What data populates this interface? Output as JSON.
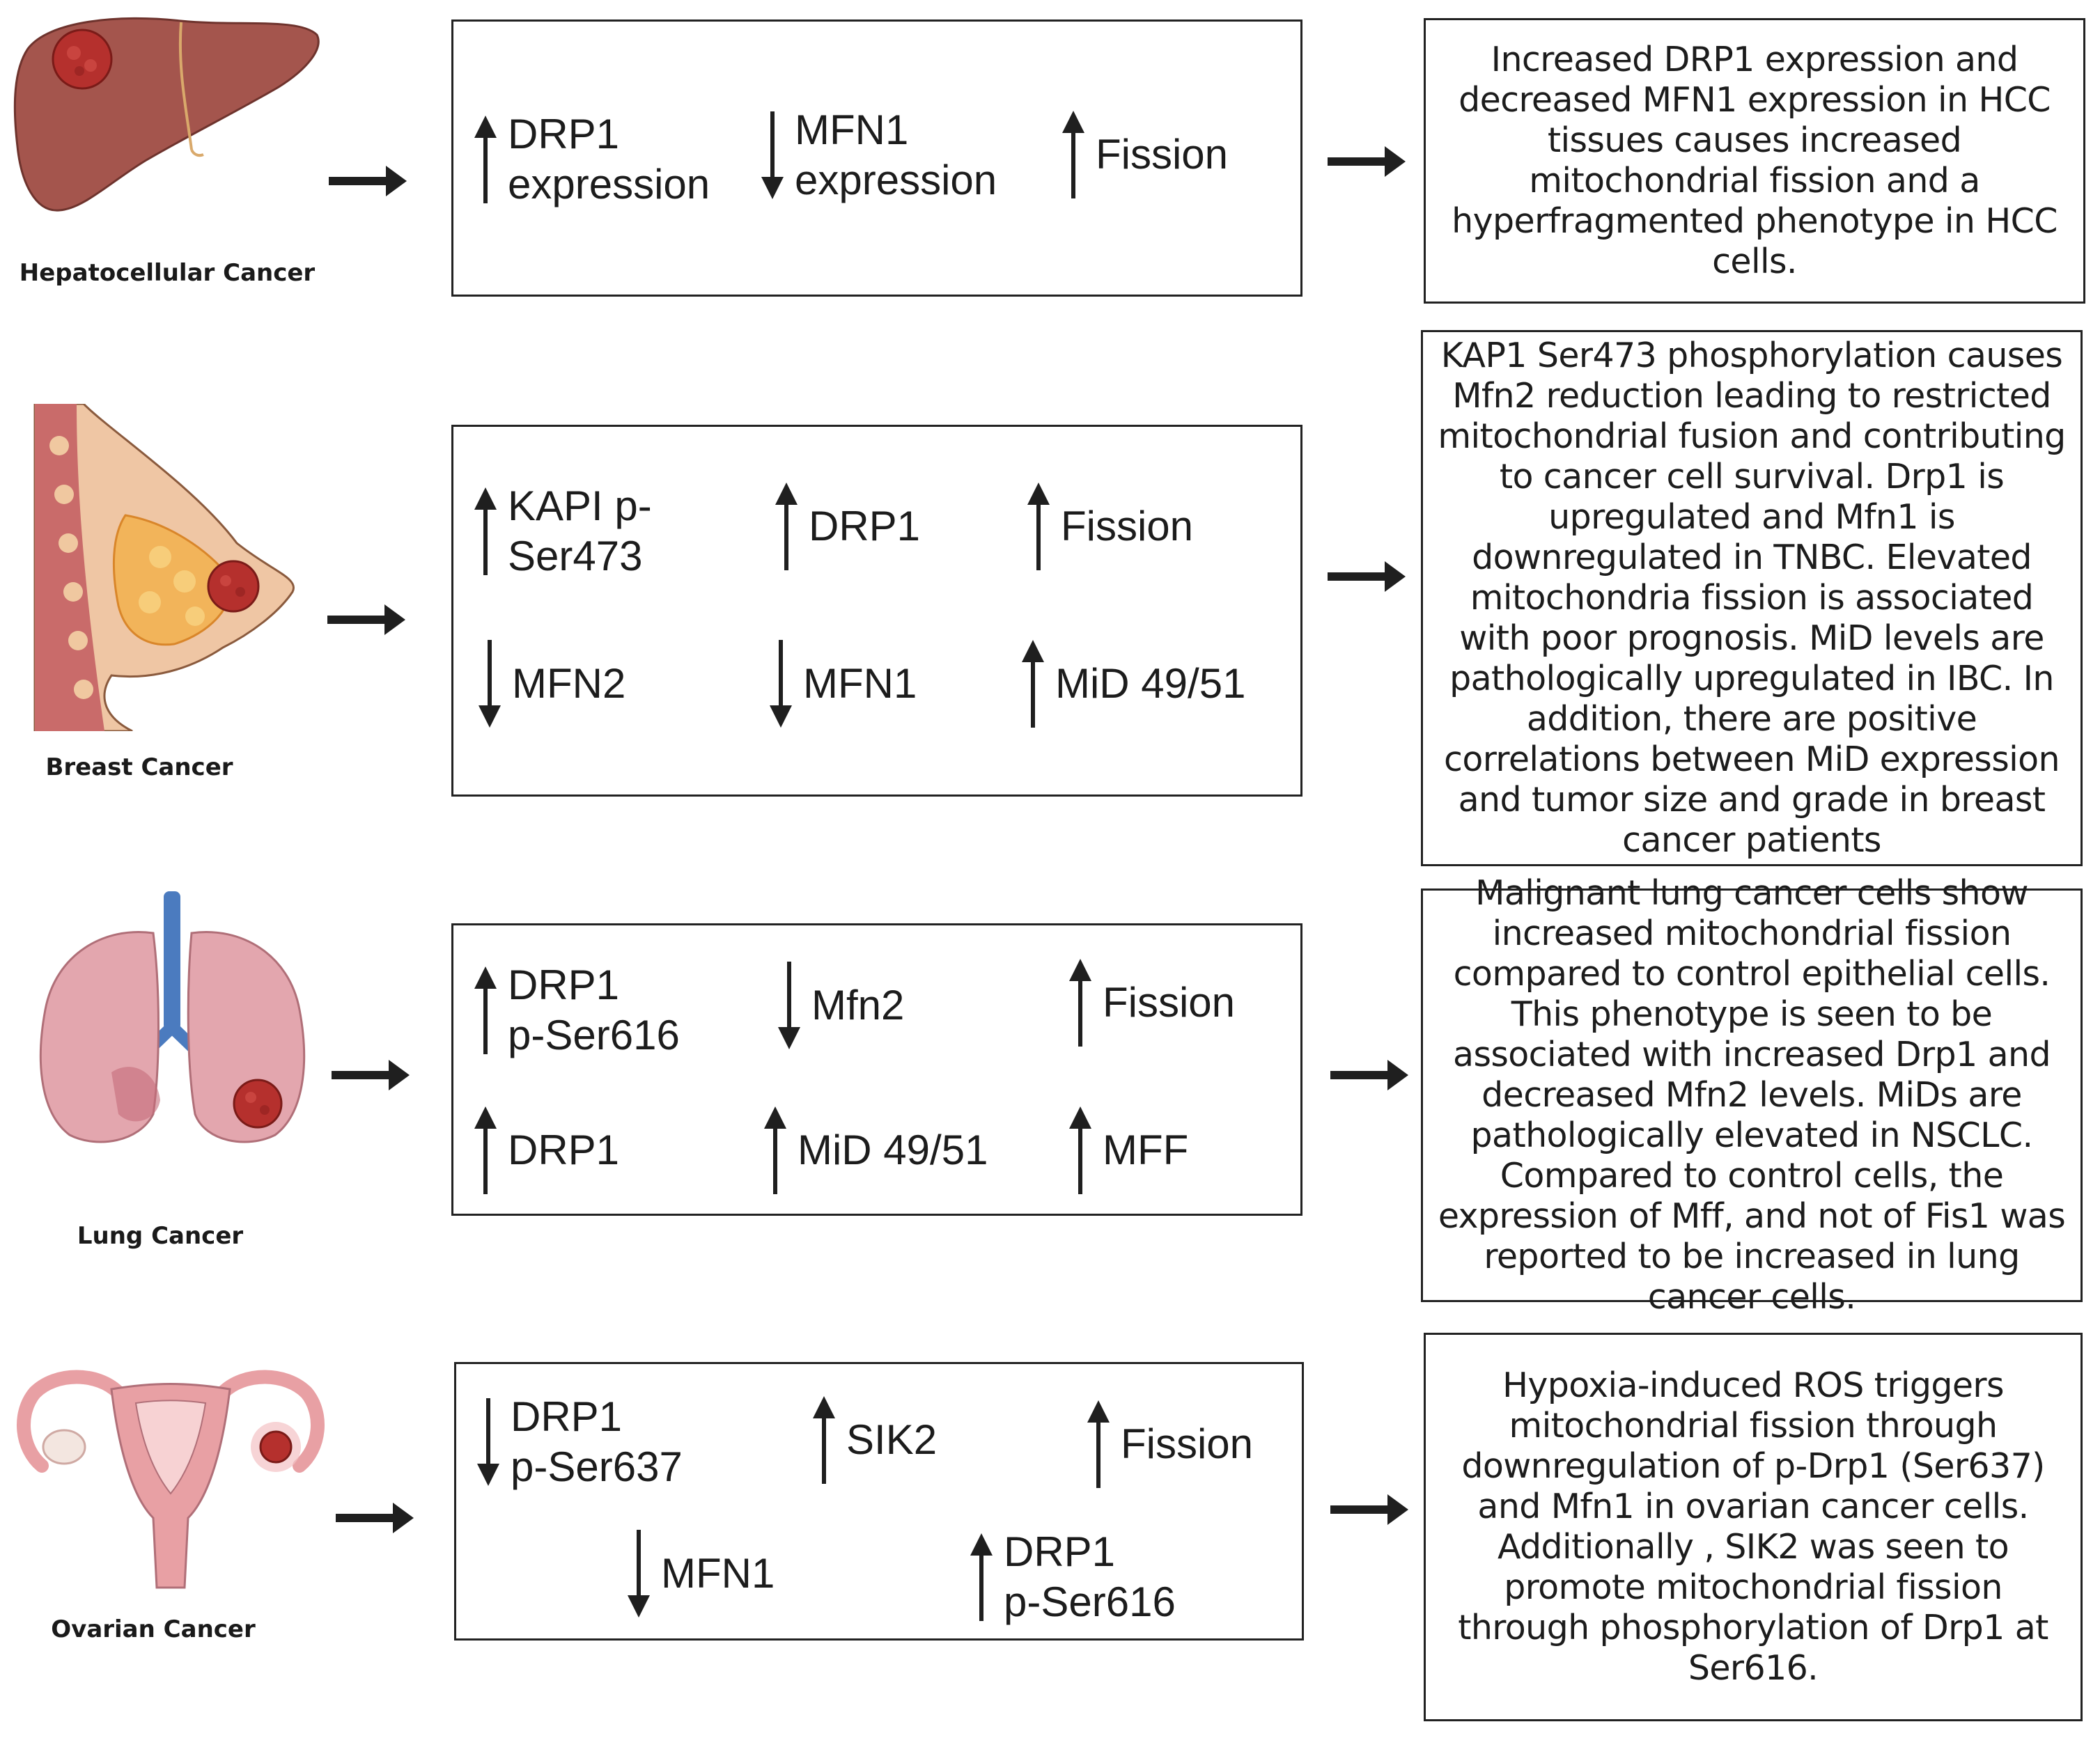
{
  "rows": [
    {
      "organ": "Hepatocellular Cancer",
      "items": [
        {
          "dir": "up",
          "text": "DRP1\nexpression"
        },
        {
          "dir": "down",
          "text": "MFN1\nexpression"
        },
        {
          "dir": "up",
          "text": "Fission"
        }
      ],
      "description": "Increased DRP1 expression and decreased MFN1 expression in HCC tissues causes increased mitochondrial fission and a hyperfragmented phenotype in HCC cells."
    },
    {
      "organ": "Breast Cancer",
      "items": [
        {
          "dir": "up",
          "text": "KAPI  p-\nSer473"
        },
        {
          "dir": "up",
          "text": "DRP1"
        },
        {
          "dir": "up",
          "text": "Fission"
        },
        {
          "dir": "down",
          "text": "MFN2"
        },
        {
          "dir": "down",
          "text": "MFN1"
        },
        {
          "dir": "up",
          "text": "MiD 49/51"
        }
      ],
      "description": "KAP1 Ser473 phosphorylation causes Mfn2 reduction leading to restricted mitochondrial fusion and contributing to cancer cell survival. Drp1 is upregulated and Mfn1 is downregulated in TNBC. Elevated mitochondria fission is associated with poor prognosis. MiD levels are pathologically upregulated in IBC. In addition, there are positive correlations between MiD expression and tumor size and grade in breast cancer patients"
    },
    {
      "organ": "Lung Cancer",
      "items": [
        {
          "dir": "up",
          "text": "DRP1\np-Ser616"
        },
        {
          "dir": "down",
          "text": "Mfn2"
        },
        {
          "dir": "up",
          "text": "Fission"
        },
        {
          "dir": "up",
          "text": "DRP1"
        },
        {
          "dir": "up",
          "text": "MiD 49/51"
        },
        {
          "dir": "up",
          "text": "MFF"
        }
      ],
      "description": "Malignant lung cancer cells show increased mitochondrial fission compared to control epithelial cells. This phenotype is seen to be associated with increased Drp1 and decreased Mfn2 levels. MiDs are pathologically elevated in NSCLC. Compared to control cells, the expression of Mff, and not of Fis1 was reported to be increased in lung cancer cells."
    },
    {
      "organ": "Ovarian Cancer",
      "items": [
        {
          "dir": "down",
          "text": "DRP1\np-Ser637"
        },
        {
          "dir": "up",
          "text": "SIK2"
        },
        {
          "dir": "up",
          "text": "Fission"
        },
        {
          "dir": "down",
          "text": "MFN1"
        },
        {
          "dir": "up",
          "text": "DRP1\np-Ser616"
        }
      ],
      "description": "Hypoxia-induced ROS triggers mitochondrial fission through downregulation of p-Drp1 (Ser637) and Mfn1 in ovarian cancer cells. Additionally , SIK2 was seen to promote mitochondrial fission through phosphorylation of Drp1 at Ser616."
    }
  ],
  "colors": {
    "arrow": "#1f1f1f",
    "liver": "#a4554d",
    "tumor": "#b5302d",
    "breast_tissue": "#f2b45a",
    "lung": "#e3a6ae",
    "trachea": "#4b7bbf",
    "uterus": "#e8a0a4"
  },
  "icons": [
    "liver-illustration",
    "breast-illustration",
    "lungs-illustration",
    "uterus-ovaries-illustration",
    "right-arrow-icon",
    "up-arrow-icon",
    "down-arrow-icon"
  ]
}
